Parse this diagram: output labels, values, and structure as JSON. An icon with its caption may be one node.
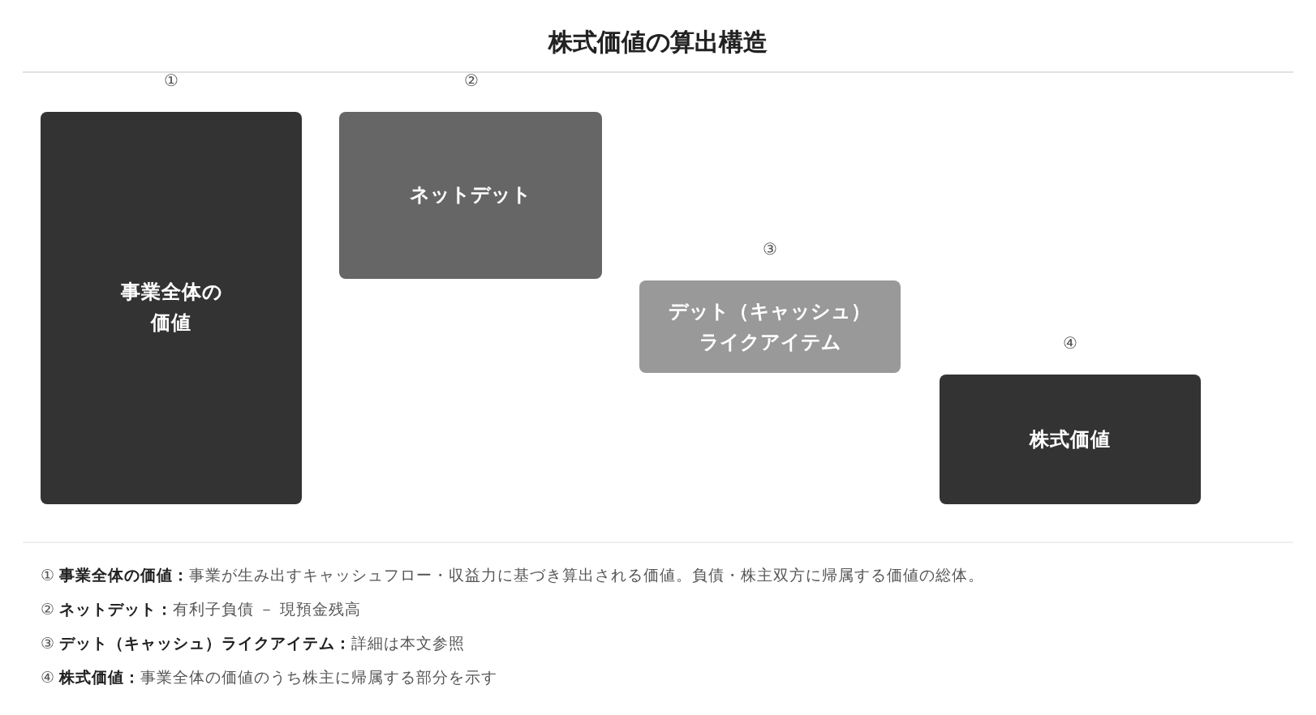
{
  "diagram": {
    "title": "株式価値の算出構造",
    "nodes": [
      {
        "text": [
          "事業全体の価値"
        ],
        "beside": [
          "①"
        ]
      },
      {
        "text": [
          "ネットデット"
        ],
        "beside": [
          "②"
        ]
      },
      {
        "text": [
          "デット（キャッシュ）ライクアイテム"
        ],
        "beside": [
          "③"
        ]
      },
      {
        "text": [
          "株式価値"
        ],
        "beside": [
          "④"
        ]
      }
    ],
    "labels": [
      "① **事業全体の価値：**事業が生み出すキャッシュフロー・収益力に基づき算出される価値。負債・株主双方に帰属する価値の総体。",
      "② **ネットデット：**有利子負債 － 現預金残高",
      "③ **デット（キャッシュ）ライクアイテム：**詳細は本文参照",
      "④ **株式価値：**事業全体の価値のうち株主に帰属する部分を示す"
    ]
  }
}
